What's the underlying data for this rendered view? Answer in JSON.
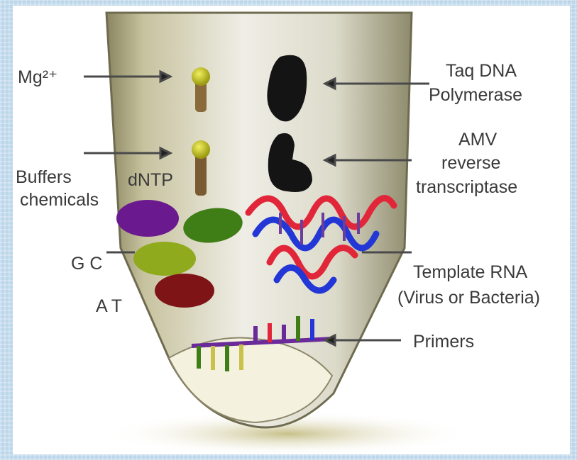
{
  "labels": {
    "mg": "Mg²⁺",
    "taq_line1": "Taq DNA",
    "taq_line2": "Polymerase",
    "amv_line1": "AMV",
    "amv_line2": "reverse",
    "amv_line3": "transcriptase",
    "buffer_line1": "Buffers",
    "buffer_line2": "chemicals",
    "dntp": "dNTP",
    "gc": "G C",
    "at": "A T",
    "template_line1": "Template RNA",
    "template_line2": "(Virus or Bacteria)",
    "primers": "Primers"
  },
  "colors": {
    "tube_body": "#c9c4a3",
    "tube_rim": "#e6e4d6",
    "dot_yellow": "#d4d22a",
    "enzyme": "#141414",
    "chip_purple": "#6a1a8e",
    "chip_green": "#3f7d16",
    "chip_olive": "#8faa1c",
    "chip_red": "#7e1416",
    "helix_red": "#e2263a",
    "helix_blue": "#2336d6"
  }
}
